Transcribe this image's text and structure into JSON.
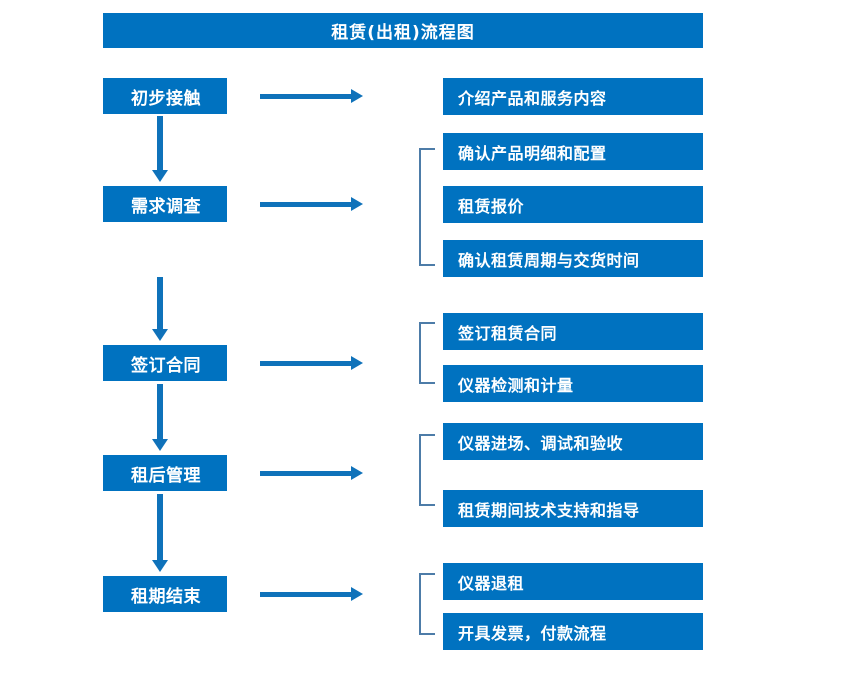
{
  "diagram": {
    "title": "租赁(出租)流程图",
    "accent_color": "#0072c0",
    "arrow_color": "#0f72ba",
    "bracket_color": "#4d7ca8",
    "text_color": "#ffffff",
    "background_color": "#ffffff"
  },
  "stages": [
    {
      "id": "stage-1",
      "label": "初步接触"
    },
    {
      "id": "stage-2",
      "label": "需求调查"
    },
    {
      "id": "stage-3",
      "label": "签订合同"
    },
    {
      "id": "stage-4",
      "label": "租后管理"
    },
    {
      "id": "stage-5",
      "label": "租期结束"
    }
  ],
  "details": [
    {
      "id": "detail-1-1",
      "label": "介绍产品和服务内容",
      "group": 1
    },
    {
      "id": "detail-2-1",
      "label": "确认产品明细和配置",
      "group": 2
    },
    {
      "id": "detail-2-2",
      "label": "租赁报价",
      "group": 2
    },
    {
      "id": "detail-2-3",
      "label": "确认租赁周期与交货时间",
      "group": 2
    },
    {
      "id": "detail-3-1",
      "label": "签订租赁合同",
      "group": 3
    },
    {
      "id": "detail-3-2",
      "label": "仪器检测和计量",
      "group": 3
    },
    {
      "id": "detail-4-1",
      "label": "仪器进场、调试和验收",
      "group": 4
    },
    {
      "id": "detail-4-2",
      "label": "租赁期间技术支持和指导",
      "group": 4
    },
    {
      "id": "detail-5-1",
      "label": "仪器退租",
      "group": 5
    },
    {
      "id": "detail-5-2",
      "label": "开具发票，付款流程",
      "group": 5
    }
  ],
  "connectors": {
    "horizontal_arrow_name": "stage-to-detail-arrow",
    "vertical_arrow_name": "stage-to-stage-arrow",
    "bracket_name": "detail-group-bracket"
  }
}
